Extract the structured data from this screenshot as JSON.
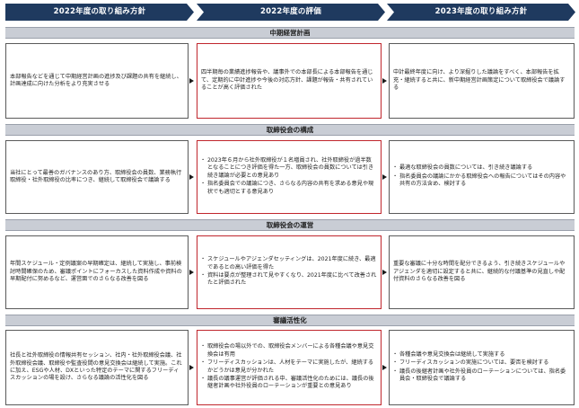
{
  "headers": [
    "2022年度の取り組み方針",
    "2022年度の評価",
    "2023年度の取り組み方針"
  ],
  "colors": {
    "header": "#1f3a5f",
    "section_bar": "#c9cdd5",
    "highlight_border": "#c0262d"
  },
  "sections": [
    {
      "title": "中期経営計画",
      "policy2022": "本部報告などを通じて中期経営計画の進捗及び課題の共有を継続し、計画達成に向けた分析をより充実させる",
      "eval2022": "四半期毎の業績進捗報告や、議事外での本部長による本部報告を通じて、定期的に中計進捗や今後の対応方針、課題が報告・共有されていることが高く評価された",
      "policy2023": "中計最終年度に向け、より深掘りした議論をすべく、本部報告を拡充・継続すると共に、新中期経営計画策定について取締役会で議論する"
    },
    {
      "title": "取締役会の構成",
      "policy2022": "当社にとって最善のガバナンスのあり方、取締役会の員数、業務執行取締役・社外取締役の比率につき、継続して取締役会で議論する",
      "eval2022_items": [
        "2023年６月から社外取締役が１名増員され、社外取締役が過半数となることにつき評価を得た一方、取締役会の員数については引き続き議論が必要との意見あり",
        "指名委員会での議論につき、さらなる内容の共有を求める意見や現状でも適切とする意見あり"
      ],
      "policy2023_items": [
        "最適な取締役会の員数については、引き続き議論する",
        "指名委員会の議論にかかる取締役会への報告についてはその内容や共有の方法含め、検討する"
      ]
    },
    {
      "title": "取締役会の運営",
      "policy2022": "年間スケジュール・定例議案の早期確定は、継続して実施し、事前検討時間確保のため、審議ポイントにフォーカスした資料作成や資料の早期配付に努めるなど、運営面でのさらなる改善を図る",
      "eval2022_items": [
        "スケジュールやアジェンダセッティングは、2021年度に続き、最適であるとの高い評価を得た",
        "資料は要点が整理されて見やすくなり、2021年度に比べて改善されたと評価された"
      ],
      "policy2023": "重要な審議に十分な時間を配分できるよう、引き続きスケジュールやアジェンダを適切に設定すると共に、継続的な付議基準の見直しや配付資料のさらなる改善を図る"
    },
    {
      "title": "審議活性化",
      "policy2022": "社長と社外取締役の情報共有セッション、社内・社外取締役会議、社外取締役会議、取締役や監査役間の意見交換会は継続して実施。これに加え、ESGや人材、DXといった特定のテーマに関するフリーディスカッションの場を設け、さらなる議論の活性化を図る",
      "eval2022_items": [
        "取締役会の場以外での、取締役会メンバーによる各種会議や意見交換会は有用",
        "フリーディスカッションは、人材をテーマに実施したが、継続するかどうかは意見が分かれた",
        "議長の議事運営が評価される中、審議活性化のためには、議長の後継者計画や社外役員のローテーションが重要との意見あり"
      ],
      "policy2023_items": [
        "各種会議や意見交換会は継続して実施する",
        "フリーディスカッションの実施については、要否を検討する",
        "議長の後継者計画や社外役員のローテーションについては、指名委員会・取締役会で議論する"
      ]
    }
  ]
}
